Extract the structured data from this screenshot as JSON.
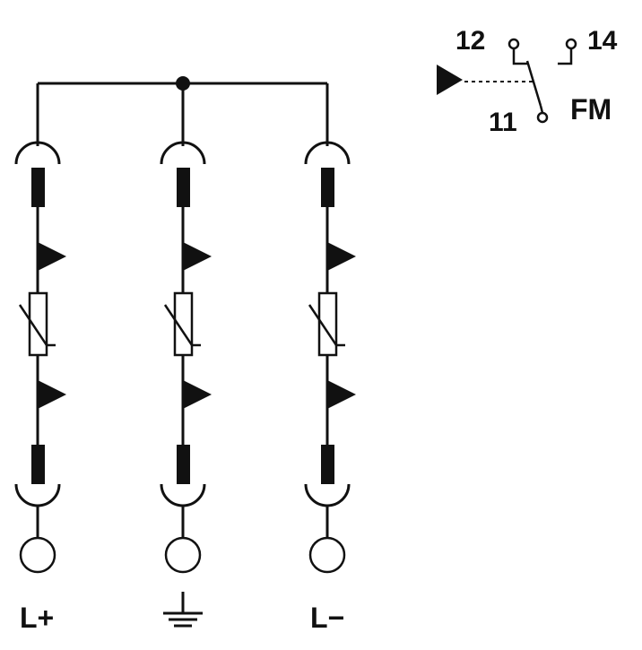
{
  "terminals": {
    "left_label": "L+",
    "right_label": "L−",
    "ground_icon": "ground-icon"
  },
  "contact": {
    "label_12": "12",
    "label_14": "14",
    "label_11": "11",
    "name": "FM"
  },
  "colors": {
    "line": "#111111",
    "background": "#ffffff"
  }
}
